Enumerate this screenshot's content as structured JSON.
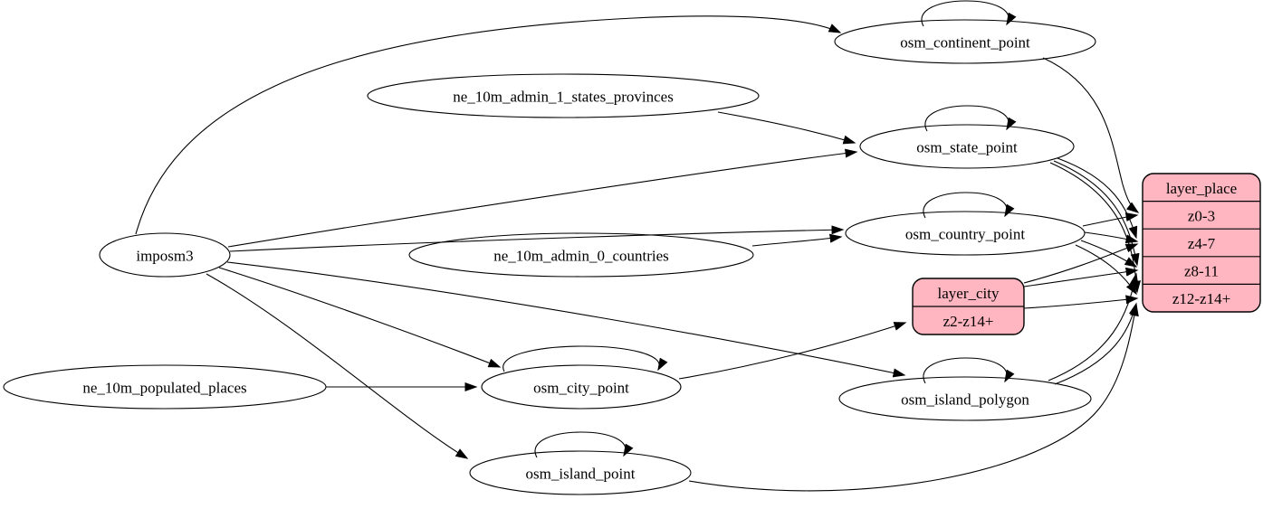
{
  "diagram": {
    "kind": "graphviz-etl-flow",
    "colors": {
      "record_fill": "#ffb6c1",
      "node_fill": "#ffffff",
      "stroke": "#000000"
    },
    "nodes": [
      {
        "id": "imposm3",
        "label": "imposm3",
        "type": "source",
        "self_loop": false
      },
      {
        "id": "ne_10m_admin_1_states_provinces",
        "label": "ne_10m_admin_1_states_provinces",
        "type": "source",
        "self_loop": false
      },
      {
        "id": "ne_10m_admin_0_countries",
        "label": "ne_10m_admin_0_countries",
        "type": "source",
        "self_loop": false
      },
      {
        "id": "ne_10m_populated_places",
        "label": "ne_10m_populated_places",
        "type": "source",
        "self_loop": false
      },
      {
        "id": "osm_continent_point",
        "label": "osm_continent_point",
        "type": "table",
        "self_loop": true
      },
      {
        "id": "osm_state_point",
        "label": "osm_state_point",
        "type": "table",
        "self_loop": true
      },
      {
        "id": "osm_country_point",
        "label": "osm_country_point",
        "type": "table",
        "self_loop": true
      },
      {
        "id": "osm_city_point",
        "label": "osm_city_point",
        "type": "table",
        "self_loop": true
      },
      {
        "id": "osm_island_polygon",
        "label": "osm_island_polygon",
        "type": "table",
        "self_loop": true
      },
      {
        "id": "osm_island_point",
        "label": "osm_island_point",
        "type": "table",
        "self_loop": true
      }
    ],
    "records": [
      {
        "id": "layer_place",
        "title": "layer_place",
        "rows": [
          "z0-3",
          "z4-7",
          "z8-11",
          "z12-z14+"
        ]
      },
      {
        "id": "layer_city",
        "title": "layer_city",
        "rows": [
          "z2-z14+"
        ]
      }
    ],
    "edges": [
      {
        "from": "imposm3",
        "to": "osm_continent_point"
      },
      {
        "from": "imposm3",
        "to": "osm_state_point"
      },
      {
        "from": "imposm3",
        "to": "osm_country_point"
      },
      {
        "from": "imposm3",
        "to": "osm_city_point"
      },
      {
        "from": "imposm3",
        "to": "osm_island_polygon"
      },
      {
        "from": "imposm3",
        "to": "osm_island_point"
      },
      {
        "from": "ne_10m_admin_1_states_provinces",
        "to": "osm_state_point"
      },
      {
        "from": "ne_10m_admin_0_countries",
        "to": "osm_country_point"
      },
      {
        "from": "ne_10m_populated_places",
        "to": "osm_city_point"
      },
      {
        "from": "osm_continent_point",
        "to": "osm_continent_point"
      },
      {
        "from": "osm_state_point",
        "to": "osm_state_point"
      },
      {
        "from": "osm_country_point",
        "to": "osm_country_point"
      },
      {
        "from": "osm_city_point",
        "to": "osm_city_point"
      },
      {
        "from": "osm_island_polygon",
        "to": "osm_island_polygon"
      },
      {
        "from": "osm_island_point",
        "to": "osm_island_point"
      },
      {
        "from": "osm_continent_point",
        "to": "layer_place",
        "row": "z0-3"
      },
      {
        "from": "osm_country_point",
        "to": "layer_place",
        "row": "z0-3"
      },
      {
        "from": "osm_country_point",
        "to": "layer_place",
        "row": "z4-7"
      },
      {
        "from": "osm_country_point",
        "to": "layer_place",
        "row": "z8-11"
      },
      {
        "from": "osm_country_point",
        "to": "layer_place",
        "row": "z12-z14+"
      },
      {
        "from": "osm_state_point",
        "to": "layer_place",
        "row": "z4-7"
      },
      {
        "from": "osm_state_point",
        "to": "layer_place",
        "row": "z8-11"
      },
      {
        "from": "osm_state_point",
        "to": "layer_place",
        "row": "z12-z14+"
      },
      {
        "from": "osm_city_point",
        "to": "layer_city",
        "row": "z2-z14+"
      },
      {
        "from": "layer_city",
        "to": "layer_place",
        "row": "z4-7"
      },
      {
        "from": "layer_city",
        "to": "layer_place",
        "row": "z8-11"
      },
      {
        "from": "layer_city",
        "to": "layer_place",
        "row": "z12-z14+"
      },
      {
        "from": "osm_island_polygon",
        "to": "layer_place",
        "row": "z8-11"
      },
      {
        "from": "osm_island_polygon",
        "to": "layer_place",
        "row": "z12-z14+"
      },
      {
        "from": "osm_island_point",
        "to": "layer_place",
        "row": "z12-z14+"
      }
    ]
  }
}
